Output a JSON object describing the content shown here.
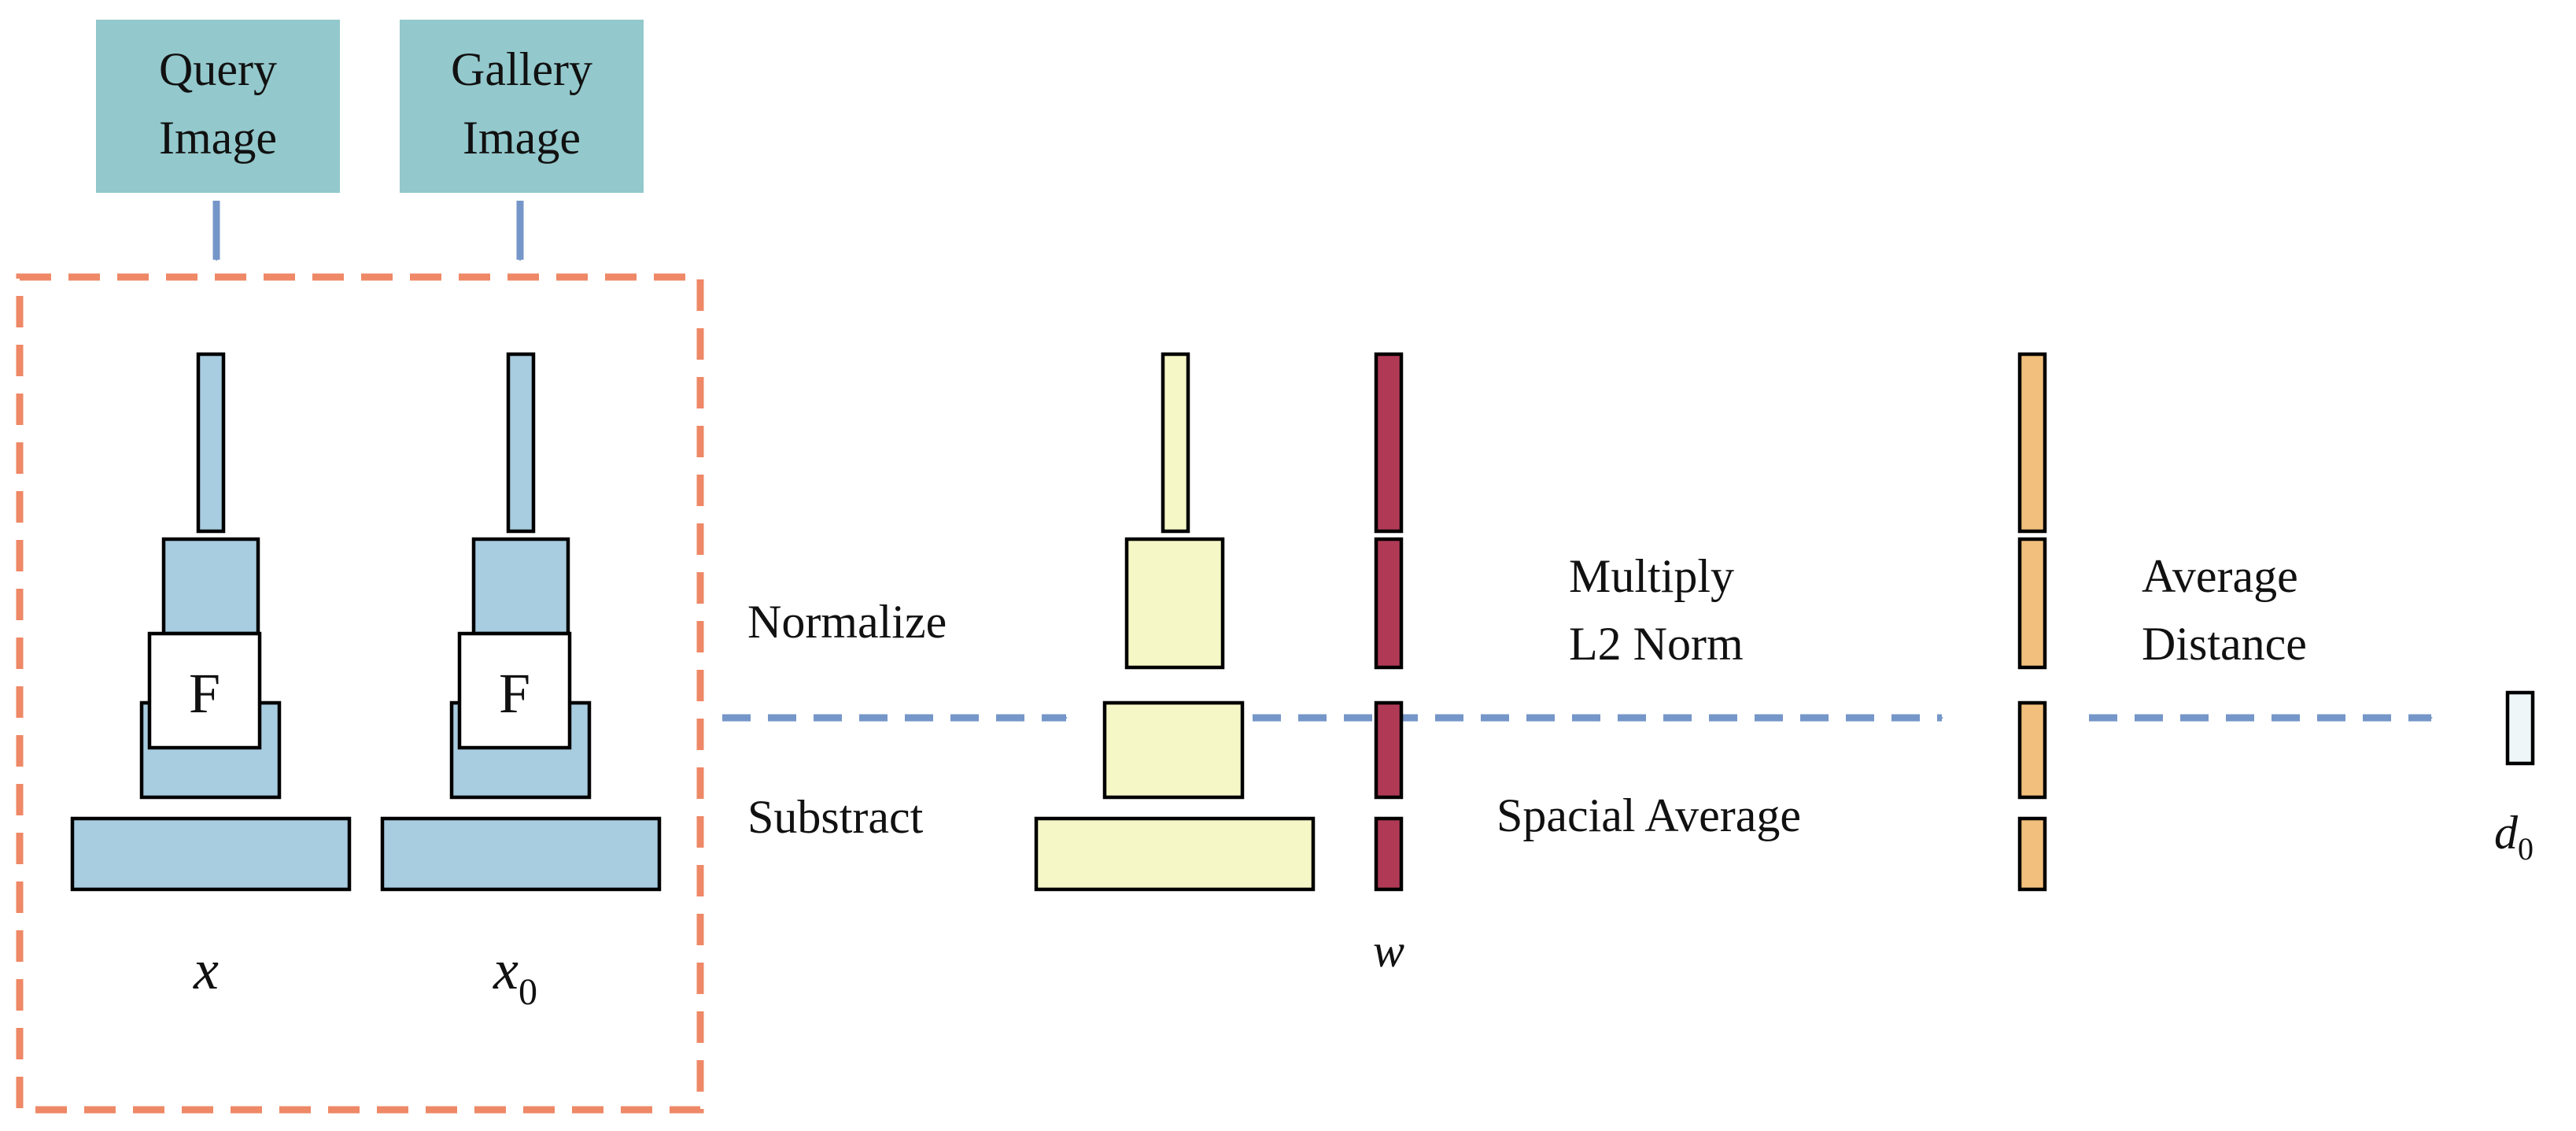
{
  "inputs": {
    "query": {
      "line1": "Query",
      "line2": "Image"
    },
    "gallery": {
      "line1": "Gallery",
      "line2": "Image"
    }
  },
  "network_label": "F",
  "vars": {
    "x": "x",
    "x0_base": "x",
    "x0_sub": "0",
    "w": "w",
    "d0_base": "d",
    "d0_sub": "0"
  },
  "steps": {
    "normalize": "Normalize",
    "substract": "Substract",
    "multiply_line1": "Multiply",
    "multiply_line2": "L2 Norm",
    "spacial_average": "Spacial Average",
    "average_line1": "Average",
    "average_line2": "Distance"
  },
  "colors": {
    "input_box": "#93c8cc",
    "feature_blue": "#a8cce0",
    "feature_yellow": "#f5f7c6",
    "weight_red": "#b03a56",
    "feature_orange": "#f2bf7c",
    "arrow": "#7596c8",
    "dashed_border": "#ee8866",
    "output_box": "#eef6f7"
  }
}
